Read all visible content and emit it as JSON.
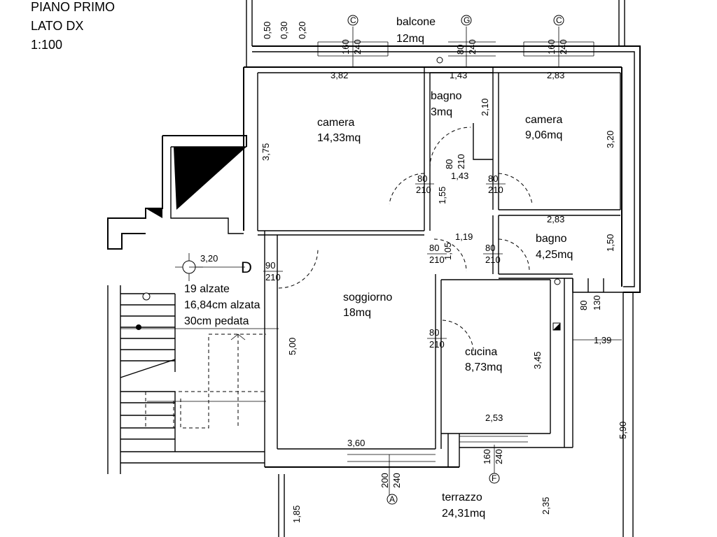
{
  "header": {
    "line1": "PIANO PRIMO",
    "line2": "LATO DX",
    "line3": "1:100"
  },
  "rooms": {
    "balcone_name": "balcone",
    "balcone_area": "12mq",
    "camera1_name": "camera",
    "camera1_area": "14,33mq",
    "bagno1_name": "bagno",
    "bagno1_area": "3mq",
    "camera2_name": "camera",
    "camera2_area": "9,06mq",
    "bagno2_name": "bagno",
    "bagno2_area": "4,25mq",
    "soggiorno_name": "soggiorno",
    "soggiorno_area": "18mq",
    "cucina_name": "cucina",
    "cucina_area": "8,73mq",
    "terrazzo_name": "terrazzo",
    "terrazzo_area": "24,31mq"
  },
  "stairs": {
    "marker": "D",
    "width": "3,20",
    "line1": "19 alzate",
    "line2": "16,84cm alzata",
    "line3": "30cm pedata"
  },
  "dimensions": {
    "d_050": "0,50",
    "d_030": "0,30",
    "d_020": "0,20",
    "w1_a": "160",
    "w1_b": "240",
    "w2_a": "80",
    "w2_b": "240",
    "w3_a": "160",
    "w3_b": "240",
    "d_382": "3,82",
    "d_143a": "1,43",
    "d_283a": "2,83",
    "d_210": "2,10",
    "d_375": "3,75",
    "d_320": "3,20",
    "door1_a": "80",
    "door1_b": "210",
    "door2_a": "80",
    "door2_b": "210",
    "door3_a": "80",
    "door3_b": "210",
    "d_143b": "1,43",
    "d_155": "1,55",
    "d_283b": "2,83",
    "d_119": "1,19",
    "d_150": "1,50",
    "door4_a": "80",
    "door4_b": "210",
    "door5_a": "80",
    "door5_b": "210",
    "d_105": "1,05",
    "door6_a": "90",
    "door6_b": "210",
    "door7_a": "80",
    "door7_b": "210",
    "d_500": "5,00",
    "d_345": "3,45",
    "d_253": "2,53",
    "d_360": "3,60",
    "w4_a": "200",
    "w4_b": "240",
    "w5_a": "160",
    "w5_b": "240",
    "w6_a": "80",
    "w6_b": "130",
    "d_139": "1,39",
    "d_590": "5,90",
    "d_235": "2,35",
    "d_185": "1,85"
  },
  "axis_labels": {
    "c1": "C",
    "g": "G",
    "c2": "C",
    "a": "A",
    "f": "F"
  }
}
